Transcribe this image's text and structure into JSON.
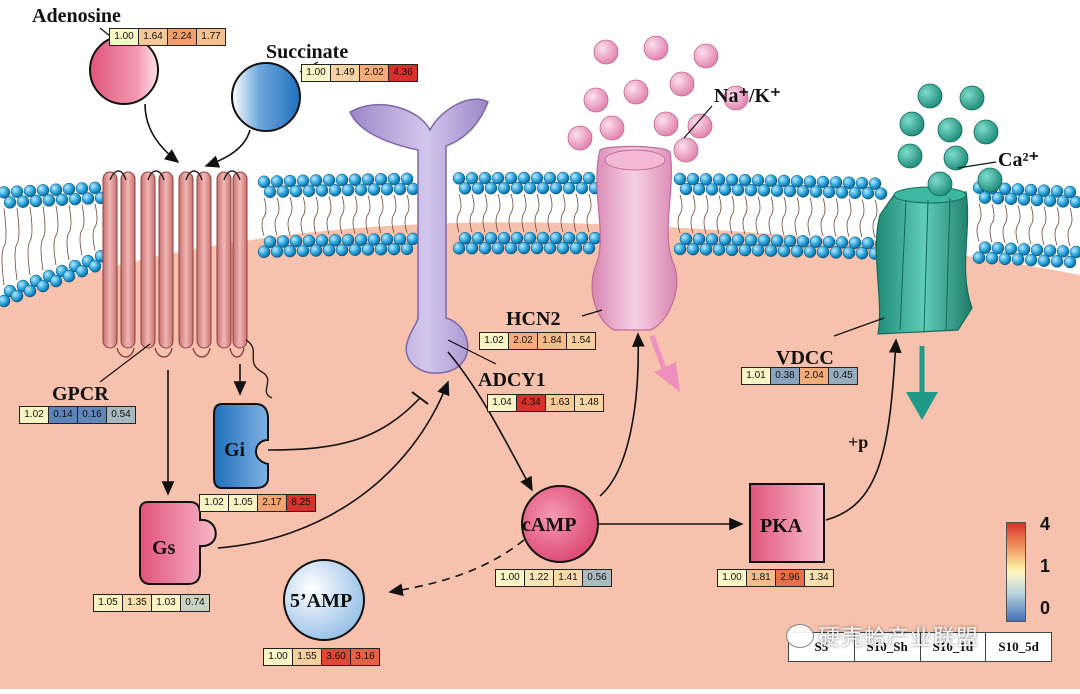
{
  "labels": {
    "adenosine": "Adenosine",
    "succinate": "Succinate",
    "na_k": "Na⁺/K⁺",
    "ca": "Ca²⁺",
    "gpcr": "GPCR",
    "adcy1": "ADCY1",
    "hcn2": "HCN2",
    "vdcc": "VDCC",
    "gi": "Gi",
    "gs": "Gs",
    "camp": "cAMP",
    "pka": "PKA",
    "amp5": "5’AMP",
    "plus_p": "+p"
  },
  "value_tables": {
    "adenosine": [
      "1.00",
      "1.64",
      "2.24",
      "1.77"
    ],
    "succinate": [
      "1.00",
      "1.49",
      "2.02",
      "4.36"
    ],
    "gpcr": [
      "1.02",
      "0.14",
      "0.16",
      "0.54"
    ],
    "gi": [
      "1.02",
      "1.05",
      "2.17",
      "8.25"
    ],
    "gs": [
      "1.05",
      "1.35",
      "1.03",
      "0.74"
    ],
    "adcy1": [
      "1.04",
      "4.34",
      "1.63",
      "1.48"
    ],
    "hcn2": [
      "1.02",
      "2.02",
      "1.84",
      "1.54"
    ],
    "camp": [
      "1.00",
      "1.22",
      "1.41",
      "0.56"
    ],
    "pka": [
      "1.00",
      "1.81",
      "2.96",
      "1.34"
    ],
    "vdcc": [
      "1.01",
      "0.38",
      "2.04",
      "0.45"
    ],
    "amp5": [
      "1.00",
      "1.55",
      "3.60",
      "3.16"
    ]
  },
  "colorbar": {
    "max_label": "4",
    "mid_label": "1",
    "min_label": "0",
    "colors": {
      "high": "#d7312b",
      "mid": "#fbf6c8",
      "low": "#4272b6"
    }
  },
  "legend_strip": [
    "S5",
    "S10_Sh",
    "S10_1d",
    "S10_5d"
  ],
  "watermark": "硬壳蛤产业联盟",
  "colors": {
    "cytoplasm": "#f7c2ad",
    "lipid_head": "#2aa7df",
    "gpcr": "#e79a9c",
    "adcy1": "#b8a3d8",
    "hcn2": "#e6a3c8",
    "vdcc": "#2a9f8a",
    "adenosine": "#e2547a",
    "succinate": "#1f6fbd",
    "ion_na_k": "#ee9cc0",
    "ion_ca": "#2a9c8a",
    "gs": "#e2547a",
    "gi": "#1f6fbd"
  },
  "icons": [
    "adenosine-ligand",
    "succinate-ligand",
    "gpcr-receptor",
    "adcy1-enzyme",
    "hcn2-channel",
    "vdcc-channel",
    "gi-protein",
    "gs-protein",
    "camp-molecule",
    "pka-kinase",
    "amp-molecule"
  ]
}
